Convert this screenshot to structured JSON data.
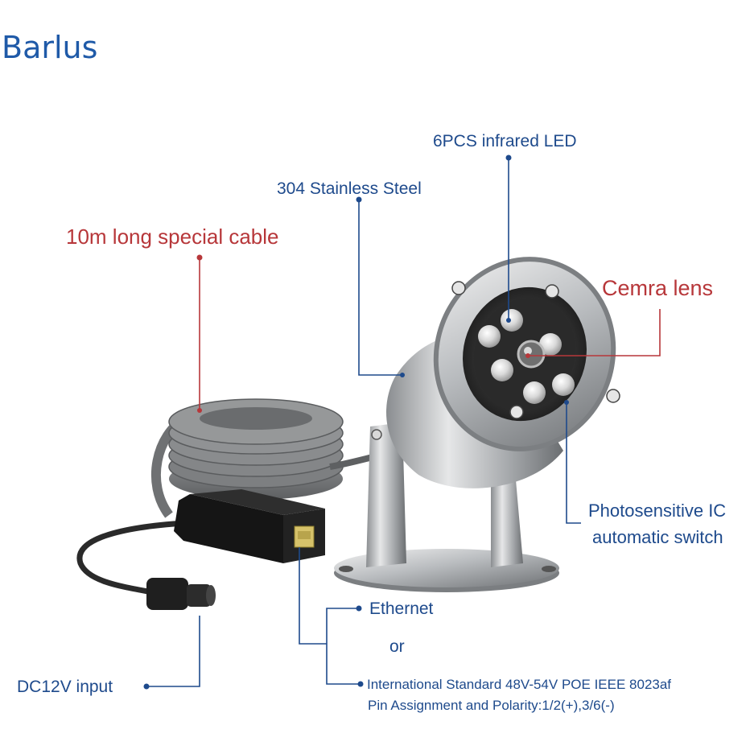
{
  "brand": "Barlus",
  "labels": {
    "infrared_led": "6PCS infrared LED",
    "stainless": "304 Stainless Steel",
    "cable": "10m long special cable",
    "lens": "Cemra lens",
    "photo_line1": "Photosensitive IC",
    "photo_line2": "automatic switch",
    "ethernet": "Ethernet",
    "or": "or",
    "poe_line1": "International Standard 48V-54V POE IEEE 8023af",
    "poe_line2": "Pin Assignment and Polarity:1/2(+),3/6(-)",
    "dc_input": "DC12V input"
  },
  "colors": {
    "brand": "#1f5aa8",
    "callout_blue": "#1e4a8c",
    "callout_red": "#b7373a"
  }
}
